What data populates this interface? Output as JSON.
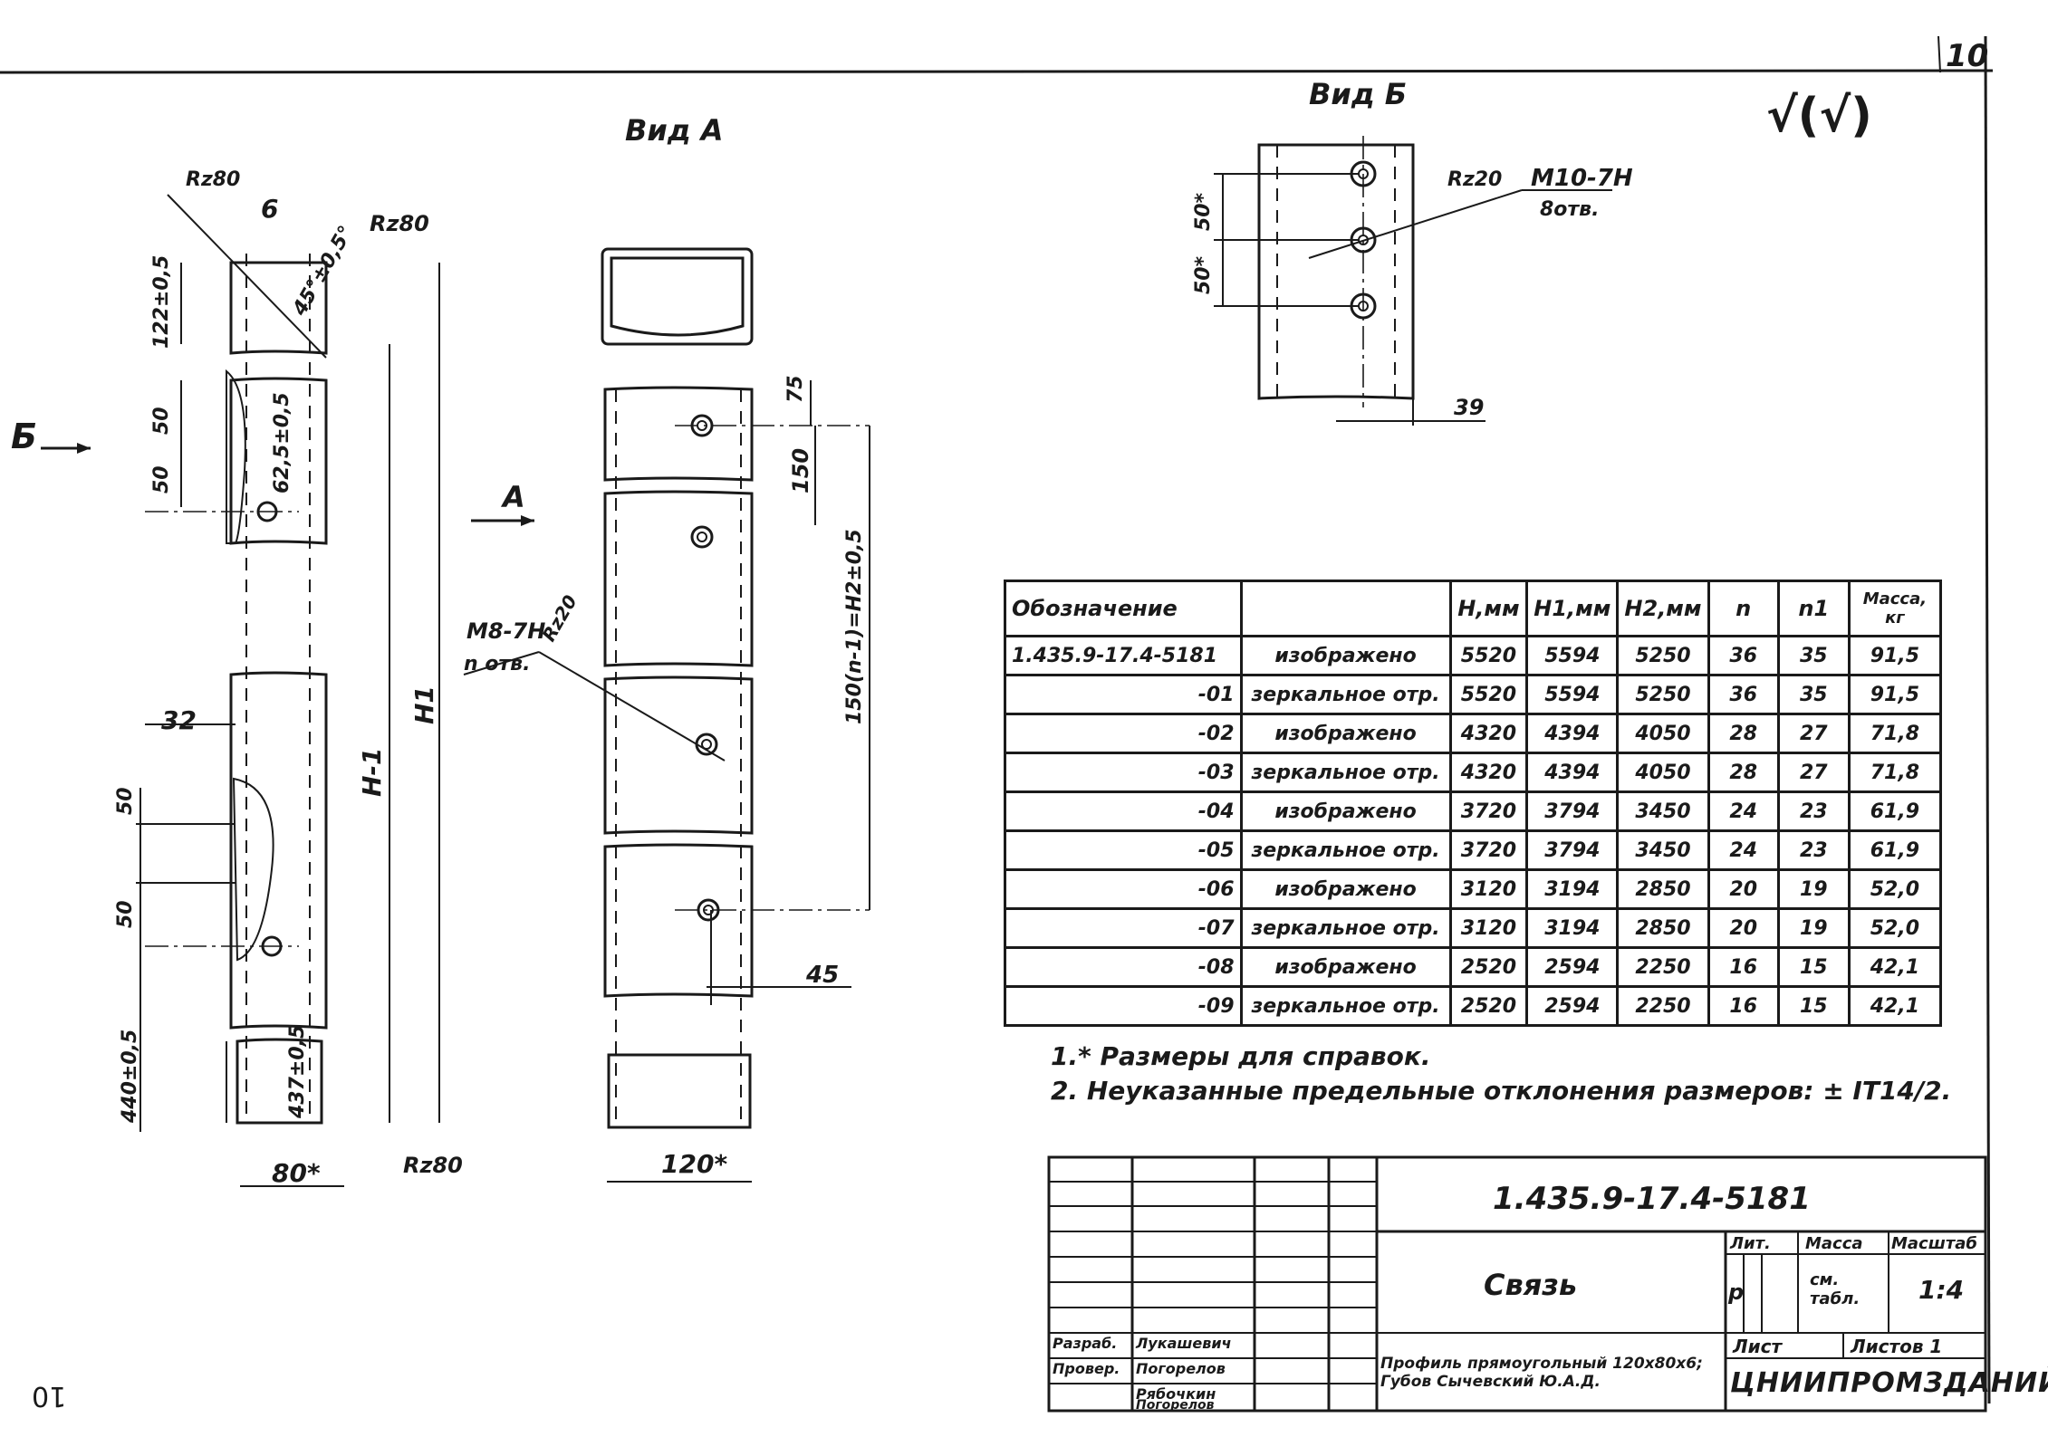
{
  "sheet_number": "10",
  "corner_mark": "10",
  "check_mark": "√(√)",
  "views": {
    "view_a": "Вид А",
    "view_b": "Вид Б",
    "arrow_a": "А",
    "arrow_b": "Б"
  },
  "dims": {
    "rz80_top": "Rz80",
    "rz80_right": "Rz80",
    "rz80_bottom": "Rz80",
    "d6": "6",
    "angle": "45°±0,5°",
    "d122": "122±0,5",
    "d50a": "50",
    "d50b": "50",
    "d62": "62,5±0,5",
    "d32": "32",
    "d50c": "50",
    "d50d": "50",
    "d440": "440±0,5",
    "d437": "437±0,5",
    "h1": "H-1",
    "h": "H1",
    "w80": "80*",
    "w120": "120*",
    "d75": "75",
    "d150": "150",
    "d_long": "150(n-1)=H2±0,5",
    "d45": "45",
    "m8": "M8-7H",
    "m8_holes": "n отв.",
    "rz20a": "Rz20",
    "rz20b": "Rz20",
    "m10": "M10-7H",
    "m10_holes": "8отв.",
    "d50b1": "50*",
    "d50b2": "50*",
    "d39": "39"
  },
  "table": {
    "headers": [
      "Обозначение",
      "",
      "H,мм",
      "H1,мм",
      "H2,мм",
      "n",
      "n1",
      "Масса, кг"
    ],
    "rows": [
      [
        "1.435.9-17.4-5181",
        "изображено",
        "5520",
        "5594",
        "5250",
        "36",
        "35",
        "91,5"
      ],
      [
        "-01",
        "зеркальное отр.",
        "5520",
        "5594",
        "5250",
        "36",
        "35",
        "91,5"
      ],
      [
        "-02",
        "изображено",
        "4320",
        "4394",
        "4050",
        "28",
        "27",
        "71,8"
      ],
      [
        "-03",
        "зеркальное отр.",
        "4320",
        "4394",
        "4050",
        "28",
        "27",
        "71,8"
      ],
      [
        "-04",
        "изображено",
        "3720",
        "3794",
        "3450",
        "24",
        "23",
        "61,9"
      ],
      [
        "-05",
        "зеркальное отр.",
        "3720",
        "3794",
        "3450",
        "24",
        "23",
        "61,9"
      ],
      [
        "-06",
        "изображено",
        "3120",
        "3194",
        "2850",
        "20",
        "19",
        "52,0"
      ],
      [
        "-07",
        "зеркальное отр.",
        "3120",
        "3194",
        "2850",
        "20",
        "19",
        "52,0"
      ],
      [
        "-08",
        "изображено",
        "2520",
        "2594",
        "2250",
        "16",
        "15",
        "42,1"
      ],
      [
        "-09",
        "зеркальное отр.",
        "2520",
        "2594",
        "2250",
        "16",
        "15",
        "42,1"
      ]
    ]
  },
  "notes": [
    "1.* Размеры для справок.",
    "2. Неуказанные предельные отклонения размеров: ± IT14/2."
  ],
  "title_block": {
    "doc_code": "1.435.9-17.4-5181",
    "name": "Связь",
    "material": "Профиль прямоугольный 120х80х6; Губов Сычевский Ю.А.Д.",
    "lit_label": "Лит.",
    "mass_label": "Масса",
    "scale_label": "Масштаб",
    "lit_value": "р",
    "mass_value": "см. табл.",
    "scale_value": "1:4",
    "sheet_label": "Лист",
    "sheets_label": "Листов 1",
    "org": "ЦНИИПРОМЗДАНИЙ",
    "roles": [
      "Разраб.",
      "Провер.",
      "",
      ""
    ],
    "people": [
      "Лукашевич",
      "Погорелов",
      "Рябочкин",
      "Погорелов"
    ]
  }
}
